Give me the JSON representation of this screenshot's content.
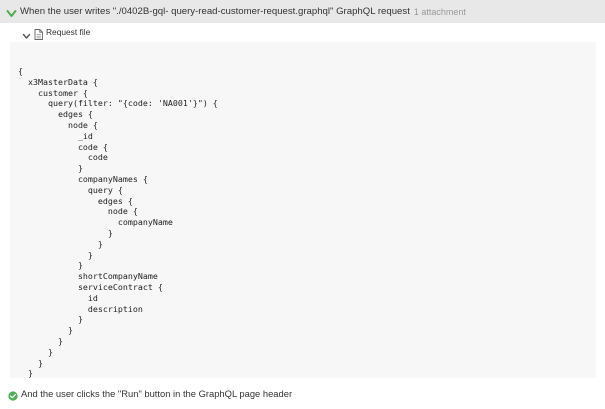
{
  "step": {
    "title": "When the user writes \"./0402B-gql- query-read-customer-request.graphql\" GraphQL request",
    "attachment_count": "1 attachment",
    "status_color": "#4caf50"
  },
  "attachment": {
    "label": "Request file",
    "icon": "file-icon"
  },
  "code": {
    "language": "graphql",
    "content": "{\n  x3MasterData {\n    customer {\n      query(filter: \"{code: 'NA001'}\") {\n        edges {\n          node {\n            _id\n            code {\n              code\n            }\n            companyNames {\n              query {\n                edges {\n                  node {\n                    companyName\n                  }\n                }\n              }\n            }\n            shortCompanyName\n            serviceContract {\n              id\n              description\n            }\n          }\n        }\n      }\n    }\n  }\n}"
  },
  "next_step": {
    "label": "And the user clicks the \"Run\" button in the GraphQL page header",
    "status_color": "#4caf50"
  },
  "colors": {
    "header_bg": "#e8e8e8",
    "code_bg": "#f7f7f7",
    "pass_green": "#4caf50",
    "muted_text": "#999999"
  }
}
